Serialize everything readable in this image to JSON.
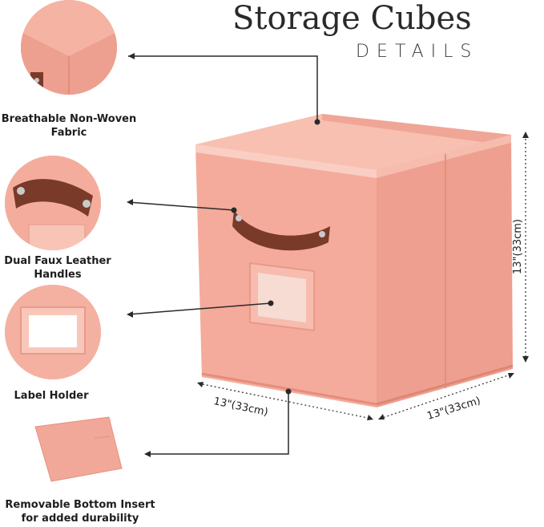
{
  "header": {
    "title": "Storage Cubes",
    "subtitle": "DETAILS"
  },
  "features": [
    {
      "label_line1": "Breathable Non-Woven",
      "label_line2": "Fabric"
    },
    {
      "label_line1": "Dual Faux Leather",
      "label_line2": "Handles"
    },
    {
      "label_line1": "Label Holder",
      "label_line2": ""
    },
    {
      "label_line1": "Removable Bottom Insert",
      "label_line2": "for added durability"
    }
  ],
  "dimensions": {
    "height": "13\"(33cm)",
    "width_front": "13\"(33cm)",
    "width_side": "13\"(33cm)"
  },
  "colors": {
    "fabric": "#f2a898",
    "fabric_dark": "#e8907f",
    "fabric_light": "#f7c4b6",
    "leather": "#7a3a2a",
    "line": "#2a2a2a"
  }
}
